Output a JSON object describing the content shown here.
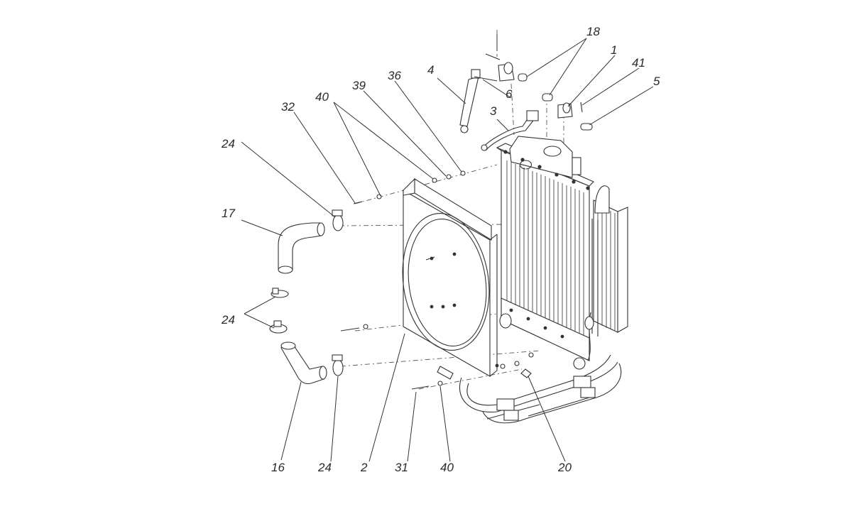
{
  "callouts": [
    {
      "id": "c1",
      "text": "1"
    },
    {
      "id": "c2",
      "text": "2"
    },
    {
      "id": "c3",
      "text": "3"
    },
    {
      "id": "c4",
      "text": "4"
    },
    {
      "id": "c5",
      "text": "5"
    },
    {
      "id": "c6",
      "text": "6"
    },
    {
      "id": "c16",
      "text": "16"
    },
    {
      "id": "c17",
      "text": "17"
    },
    {
      "id": "c18",
      "text": "18"
    },
    {
      "id": "c20",
      "text": "20"
    },
    {
      "id": "c24a",
      "text": "24"
    },
    {
      "id": "c24b",
      "text": "24"
    },
    {
      "id": "c24c",
      "text": "24"
    },
    {
      "id": "c31",
      "text": "31"
    },
    {
      "id": "c32",
      "text": "32"
    },
    {
      "id": "c36",
      "text": "36"
    },
    {
      "id": "c39",
      "text": "39"
    },
    {
      "id": "c40a",
      "text": "40"
    },
    {
      "id": "c40b",
      "text": "40"
    },
    {
      "id": "c41",
      "text": "41"
    }
  ]
}
